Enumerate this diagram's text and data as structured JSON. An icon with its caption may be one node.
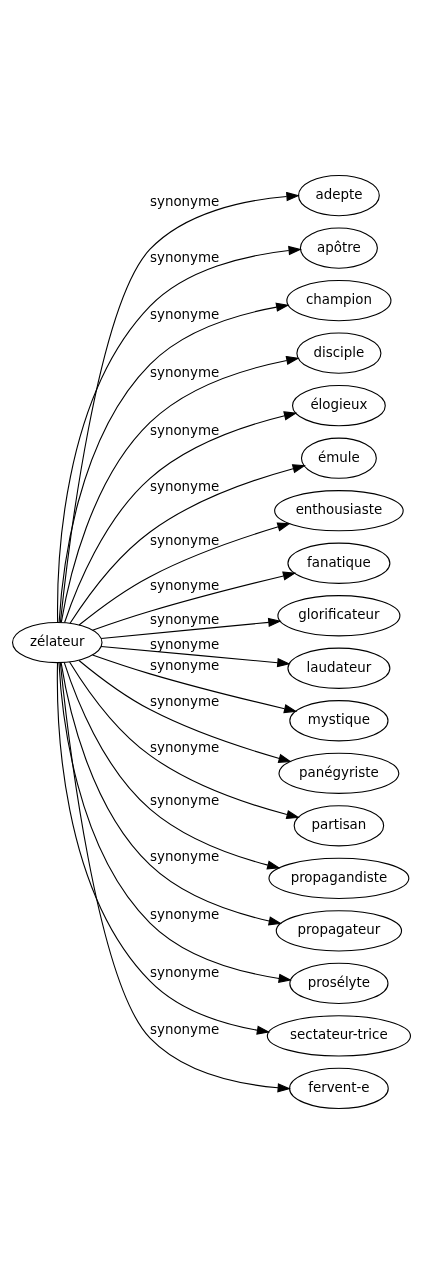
{
  "diagram": {
    "nodes": [
      {
        "text": [
          "zélateur"
        ]
      },
      {
        "text": [
          "adepte"
        ]
      },
      {
        "text": [
          "apôtre"
        ]
      },
      {
        "text": [
          "champion"
        ]
      },
      {
        "text": [
          "disciple"
        ]
      },
      {
        "text": [
          "élogieux"
        ]
      },
      {
        "text": [
          "émule"
        ]
      },
      {
        "text": [
          "enthousiaste"
        ]
      },
      {
        "text": [
          "fanatique"
        ]
      },
      {
        "text": [
          "glorificateur"
        ]
      },
      {
        "text": [
          "laudateur"
        ]
      },
      {
        "text": [
          "mystique"
        ]
      },
      {
        "text": [
          "panégyriste"
        ]
      },
      {
        "text": [
          "partisan"
        ]
      },
      {
        "text": [
          "propagandiste"
        ]
      },
      {
        "text": [
          "propagateur"
        ]
      },
      {
        "text": [
          "prosélyte"
        ]
      },
      {
        "text": [
          "sectateur-trice"
        ]
      },
      {
        "text": [
          "fervent-e"
        ]
      }
    ],
    "edges": [
      {
        "from": 0,
        "to": 1,
        "arrow": "to",
        "label": "synonyme"
      },
      {
        "from": 0,
        "to": 2,
        "arrow": "to",
        "label": "synonyme"
      },
      {
        "from": 0,
        "to": 3,
        "arrow": "to",
        "label": "synonyme"
      },
      {
        "from": 0,
        "to": 4,
        "arrow": "to",
        "label": "synonyme"
      },
      {
        "from": 0,
        "to": 5,
        "arrow": "to",
        "label": "synonyme"
      },
      {
        "from": 0,
        "to": 6,
        "arrow": "to",
        "label": "synonyme"
      },
      {
        "from": 0,
        "to": 7,
        "arrow": "to",
        "label": "synonyme"
      },
      {
        "from": 0,
        "to": 8,
        "arrow": "to",
        "label": "synonyme"
      },
      {
        "from": 0,
        "to": 9,
        "arrow": "to",
        "label": "synonyme"
      },
      {
        "from": 0,
        "to": 10,
        "arrow": "to",
        "label": "synonyme"
      },
      {
        "from": 0,
        "to": 11,
        "arrow": "to",
        "label": "synonyme"
      },
      {
        "from": 0,
        "to": 12,
        "arrow": "to",
        "label": "synonyme"
      },
      {
        "from": 0,
        "to": 13,
        "arrow": "to",
        "label": "synonyme"
      },
      {
        "from": 0,
        "to": 14,
        "arrow": "to",
        "label": "synonyme"
      },
      {
        "from": 0,
        "to": 15,
        "arrow": "to",
        "label": "synonyme"
      },
      {
        "from": 0,
        "to": 16,
        "arrow": "to",
        "label": "synonyme"
      },
      {
        "from": 0,
        "to": 17,
        "arrow": "to",
        "label": "synonyme"
      },
      {
        "from": 0,
        "to": 18,
        "arrow": "to",
        "label": "synonyme"
      }
    ]
  }
}
